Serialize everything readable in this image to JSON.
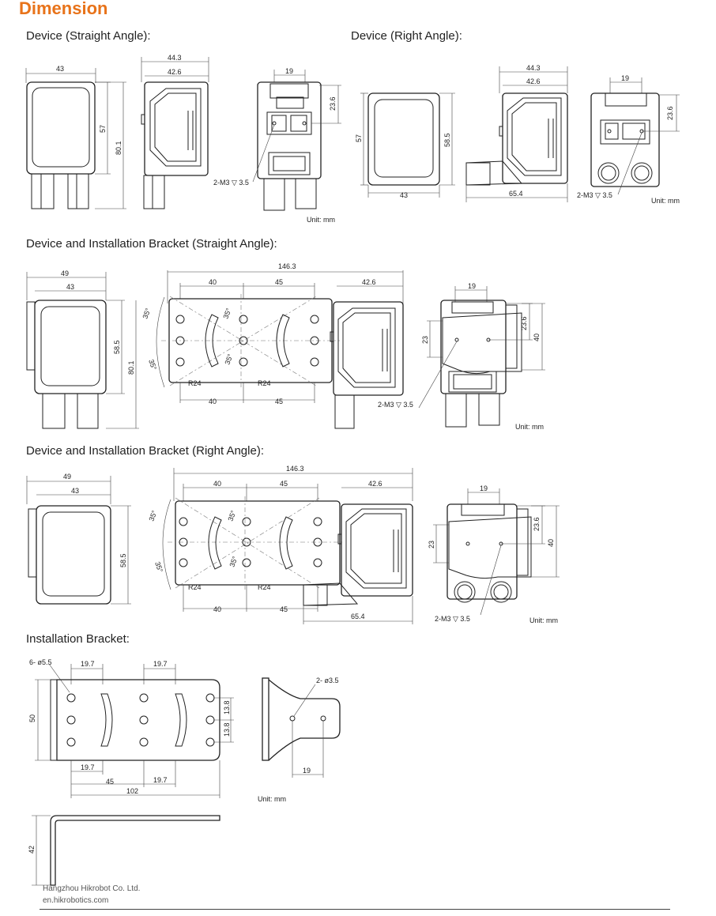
{
  "page": {
    "title": "Dimension",
    "sections": {
      "straight": "Device (Straight Angle):",
      "right": "Device (Right Angle):",
      "bracket_straight": "Device and Installation Bracket (Straight Angle):",
      "bracket_right": "Device and Installation Bracket (Right Angle):",
      "bracket": "Installation Bracket:"
    },
    "unit": "Unit: mm",
    "footer": {
      "company": "Hangzhou Hikrobot Co. Ltd.",
      "site": "en.hikrobotics.com"
    }
  },
  "dims": {
    "d43": "43",
    "d44_3": "44.3",
    "d42_6": "42.6",
    "d19": "19",
    "d57": "57",
    "d80_1": "80.1",
    "d23_6": "23.6",
    "m3": "2-M3 ▽ 3.5",
    "d58_5": "58.5",
    "d65_4": "65.4",
    "d49": "49",
    "d146_3": "146.3",
    "d40": "40",
    "d45": "45",
    "d35": "35°",
    "r24": "R24",
    "d23": "23",
    "d6_5": "6- ø5.5",
    "d19_7": "19.7",
    "d50": "50",
    "d13_8": "13.8",
    "d102": "102",
    "d42": "42",
    "d2_3_5": "2- ø3.5"
  }
}
